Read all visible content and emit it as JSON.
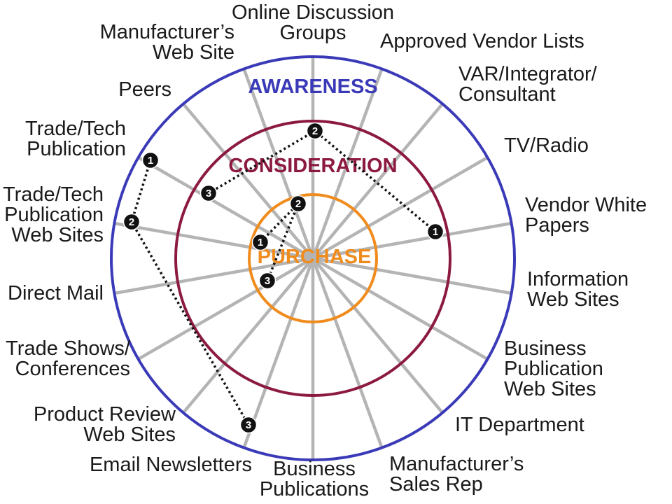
{
  "colors": {
    "awareness": "#3a3ab8",
    "consideration": "#8c1a40",
    "purchase": "#f08c1e",
    "spoke": "#b4b4b4",
    "path": "#111111"
  },
  "rings": {
    "awareness": "AWARENESS",
    "consideration": "CONSIDERATION",
    "purchase": "PURCHASE"
  },
  "channels": [
    {
      "id": "online-discussion-groups",
      "lines": [
        "Online Discussion",
        "Groups"
      ]
    },
    {
      "id": "approved-vendor-lists",
      "lines": [
        "Approved Vendor Lists"
      ]
    },
    {
      "id": "var-integrator-consultant",
      "lines": [
        "VAR/Integrator/",
        "Consultant"
      ]
    },
    {
      "id": "tv-radio",
      "lines": [
        "TV/Radio"
      ]
    },
    {
      "id": "vendor-white-papers",
      "lines": [
        "Vendor White",
        "Papers"
      ]
    },
    {
      "id": "information-web-sites",
      "lines": [
        "Information",
        "Web Sites"
      ]
    },
    {
      "id": "business-publication-web-sites",
      "lines": [
        "Business",
        "Publication",
        "Web Sites"
      ]
    },
    {
      "id": "it-department",
      "lines": [
        "IT Department"
      ]
    },
    {
      "id": "manufacturers-sales-rep",
      "lines": [
        "Manufacturer’s",
        "Sales Rep"
      ]
    },
    {
      "id": "business-publications",
      "lines": [
        "Business",
        "Publications"
      ]
    },
    {
      "id": "email-newsletters",
      "lines": [
        "Email Newsletters"
      ]
    },
    {
      "id": "product-review-web-sites",
      "lines": [
        "Product Review",
        "Web Sites"
      ]
    },
    {
      "id": "trade-shows-conferences",
      "lines": [
        "Trade Shows/",
        "Conferences"
      ]
    },
    {
      "id": "direct-mail",
      "lines": [
        "Direct Mail"
      ]
    },
    {
      "id": "trade-tech-publication-web-sites",
      "lines": [
        "Trade/Tech",
        "Publication",
        "Web Sites"
      ]
    },
    {
      "id": "trade-tech-publication",
      "lines": [
        "Trade/Tech",
        "Publication"
      ]
    },
    {
      "id": "peers",
      "lines": [
        "Peers"
      ]
    },
    {
      "id": "manufacturers-web-site",
      "lines": [
        "Manufacturer’s",
        "Web Site"
      ]
    }
  ],
  "paths": [
    {
      "id": "path-a",
      "markers": [
        "1",
        "2",
        "3"
      ]
    },
    {
      "id": "path-b",
      "markers": [
        "1",
        "2",
        "3"
      ]
    },
    {
      "id": "path-c",
      "markers": [
        "1",
        "2",
        "3"
      ]
    }
  ]
}
